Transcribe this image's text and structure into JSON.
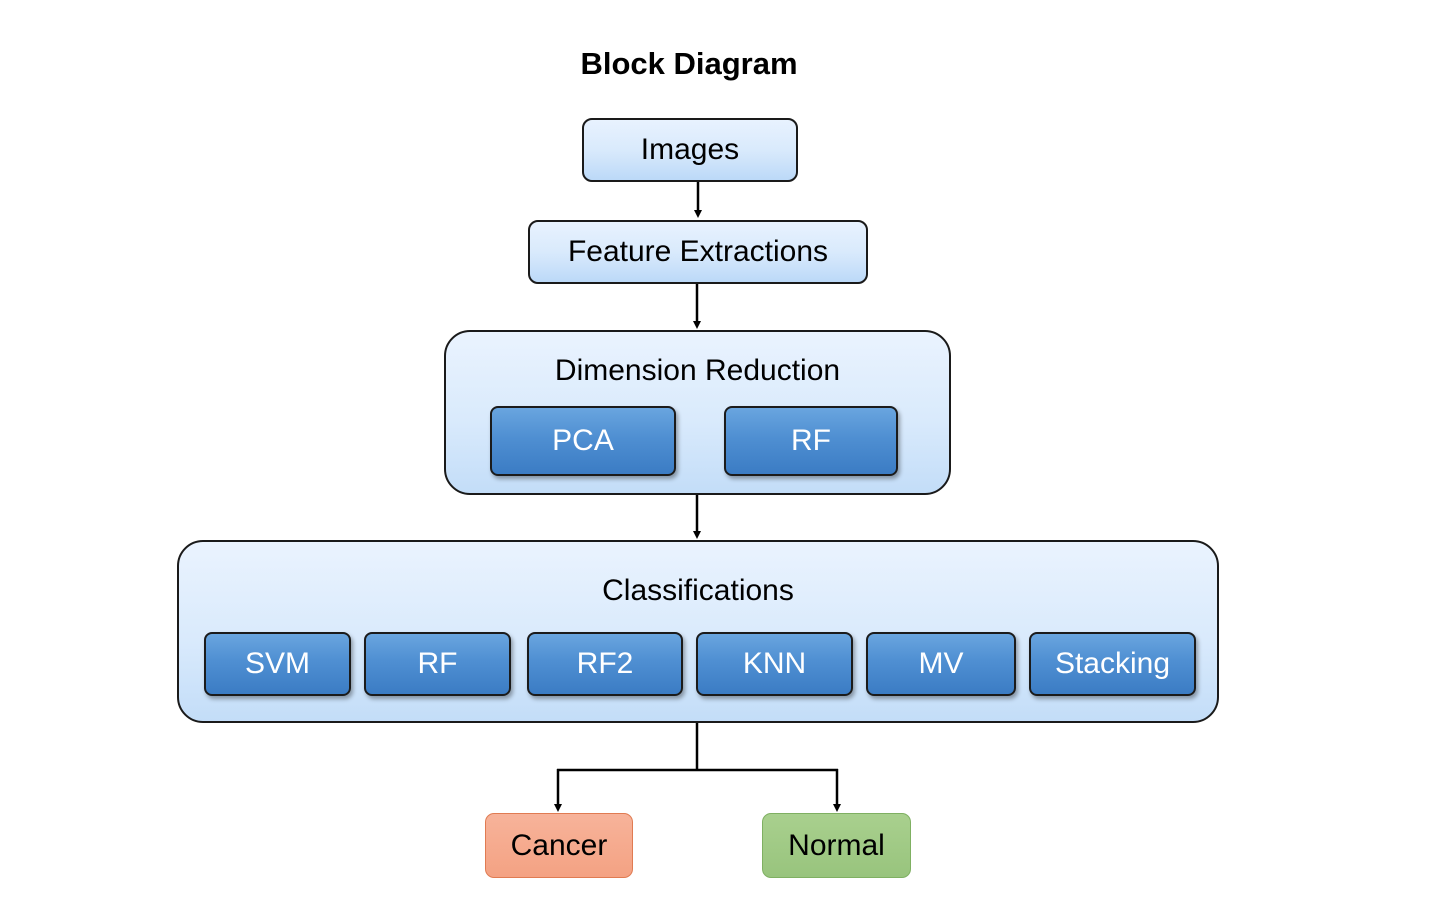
{
  "title": "Block Diagram",
  "nodes": {
    "images": "Images",
    "feature_extractions": "Feature Extractions",
    "dimension_reduction": {
      "label": "Dimension Reduction",
      "methods": [
        "PCA",
        "RF"
      ]
    },
    "classifications": {
      "label": "Classifications",
      "methods": [
        "SVM",
        "RF",
        "RF2",
        "KNN",
        "MV",
        "Stacking"
      ]
    },
    "outputs": [
      "Cancer",
      "Normal"
    ]
  },
  "edges": [
    {
      "from": "Images",
      "to": "Feature Extractions"
    },
    {
      "from": "Feature Extractions",
      "to": "Dimension Reduction"
    },
    {
      "from": "Dimension Reduction",
      "to": "Classifications"
    },
    {
      "from": "Classifications",
      "to": "Cancer"
    },
    {
      "from": "Classifications",
      "to": "Normal"
    }
  ],
  "colors": {
    "light_box": "#d9eafc",
    "method_box": "#4f8fd2",
    "cancer": "#f4a283",
    "normal": "#98c47d",
    "stroke": "#1a1a1a"
  }
}
